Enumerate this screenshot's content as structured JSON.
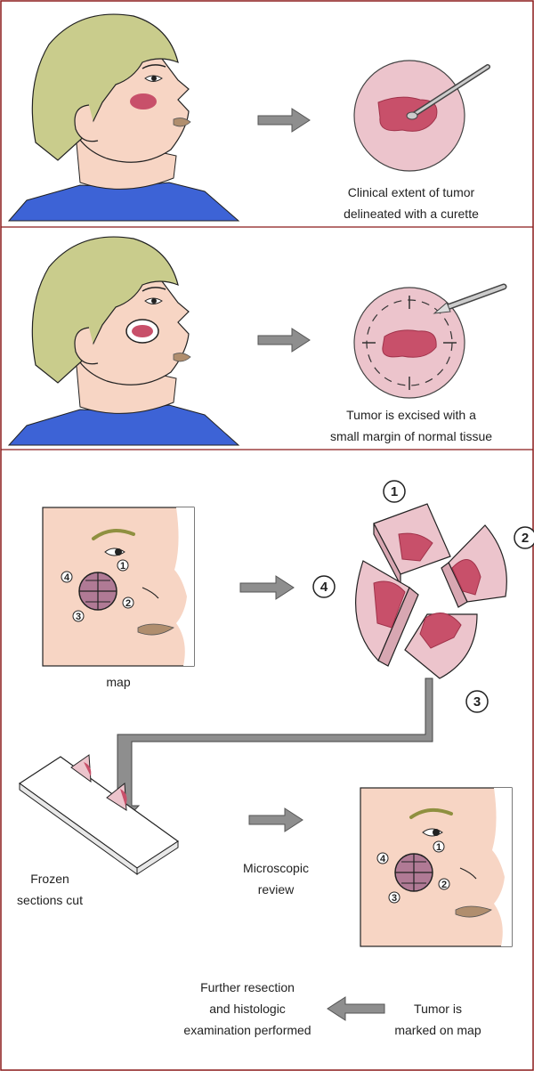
{
  "steps": {
    "step1": {
      "caption_line1": "Clinical extent of tumor",
      "caption_line2": "delineated with a curette"
    },
    "step2": {
      "caption_line1": "Tumor is excised with a",
      "caption_line2": "small margin of normal tissue"
    },
    "step3": {
      "map_label": "map",
      "pieces": [
        "1",
        "2",
        "3",
        "4"
      ]
    },
    "step4": {
      "slide_label_line1": "Frozen",
      "slide_label_line2": "sections cut",
      "review_line1": "Microscopic",
      "review_line2": "review"
    },
    "step5": {
      "left_line1": "Further resection",
      "left_line2": "and histologic",
      "left_line3": "examination performed",
      "right_line1": "Tumor is",
      "right_line2": "marked on map"
    }
  },
  "colors": {
    "border": "#8b1a1a",
    "skin": "#f7d5c4",
    "hair": "#c9cc8c",
    "shirt": "#3d63d6",
    "tumor": "#c8506a",
    "tissue": "#ecc4cc",
    "lips": "#b08e6e",
    "arrow": "#8e8e8e"
  },
  "icons": [
    "gray-arrow-icon",
    "curette-icon",
    "scalpel-icon",
    "eye-icon"
  ]
}
